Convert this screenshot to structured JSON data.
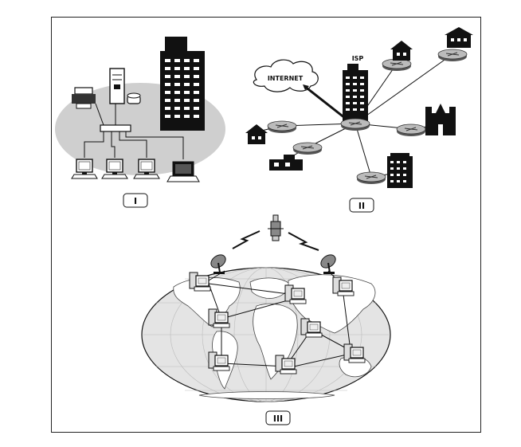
{
  "panels": [
    {
      "id": "I",
      "label": "I"
    },
    {
      "id": "II",
      "label": "II"
    },
    {
      "id": "III",
      "label": "III"
    }
  ],
  "panel2": {
    "cloud_label": "INTERNET",
    "isp_label": "ISP"
  },
  "colors": {
    "ellipse_fill": "#cfcfcf",
    "map_ocean": "#e4e4e4",
    "ink": "#111111"
  }
}
